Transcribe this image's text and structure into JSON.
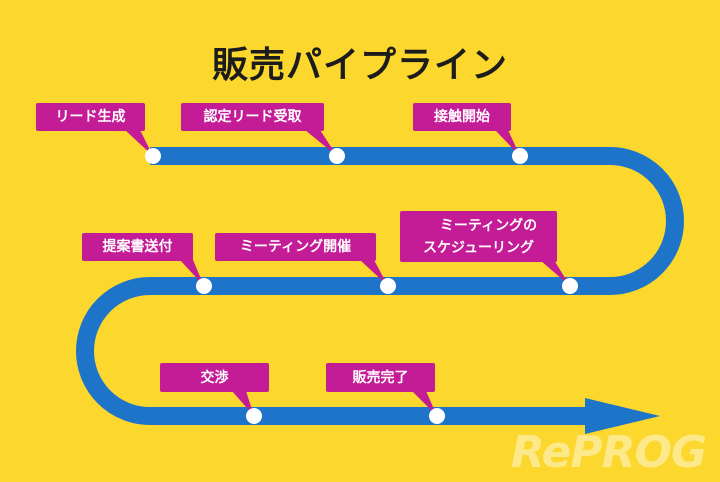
{
  "title": "販売パイプライン",
  "colors": {
    "background": "#fcd72e",
    "pipeline": "#1e74c8",
    "label": "#c41b96"
  },
  "stages": [
    {
      "label": "リード生成"
    },
    {
      "label": "認定リード受取"
    },
    {
      "label": "接触開始"
    },
    {
      "label": "ミーティングの\nスケジューリング",
      "line1": "ミーティングの",
      "line2": "スケジューリング"
    },
    {
      "label": "ミーティング開催"
    },
    {
      "label": "提案書送付"
    },
    {
      "label": "交渉"
    },
    {
      "label": "販売完了"
    }
  ],
  "watermark": "RePROG"
}
